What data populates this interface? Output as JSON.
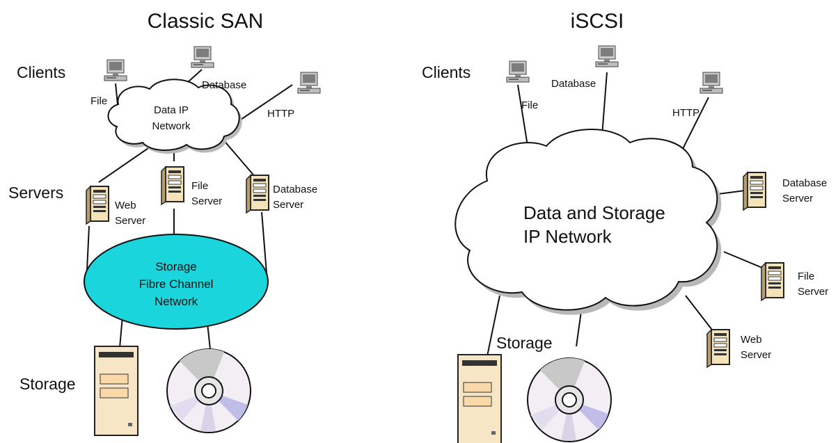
{
  "panels": {
    "classic": {
      "title": "Classic SAN",
      "clients_label": "Clients",
      "servers_label": "Servers",
      "storage_label": "Storage",
      "cloud_line1": "Data IP",
      "cloud_line2": "Network",
      "fc_line1": "Storage",
      "fc_line2": "Fibre Channel",
      "fc_line3": "Network",
      "client_file": "File",
      "client_database": "Database",
      "client_http": "HTTP",
      "server_web_1": "Web",
      "server_web_2": "Server",
      "server_file_1": "File",
      "server_file_2": "Server",
      "server_db_1": "Database",
      "server_db_2": "Server"
    },
    "iscsi": {
      "title": "iSCSI",
      "clients_label": "Clients",
      "storage_label": "Storage",
      "cloud_line1": "Data and Storage",
      "cloud_line2": "IP Network",
      "client_file": "File",
      "client_database": "Database",
      "client_http": "HTTP",
      "server_db_1": "Database",
      "server_db_2": "Server",
      "server_file_1": "File",
      "server_file_2": "Server",
      "server_web_1": "Web",
      "server_web_2": "Server"
    }
  },
  "colors": {
    "fibre_channel": "#1ad6dc",
    "server_body": "#f4e2b8",
    "cloud_fill": "#ffffff",
    "cloud_shadow": "#b8b8b8"
  }
}
